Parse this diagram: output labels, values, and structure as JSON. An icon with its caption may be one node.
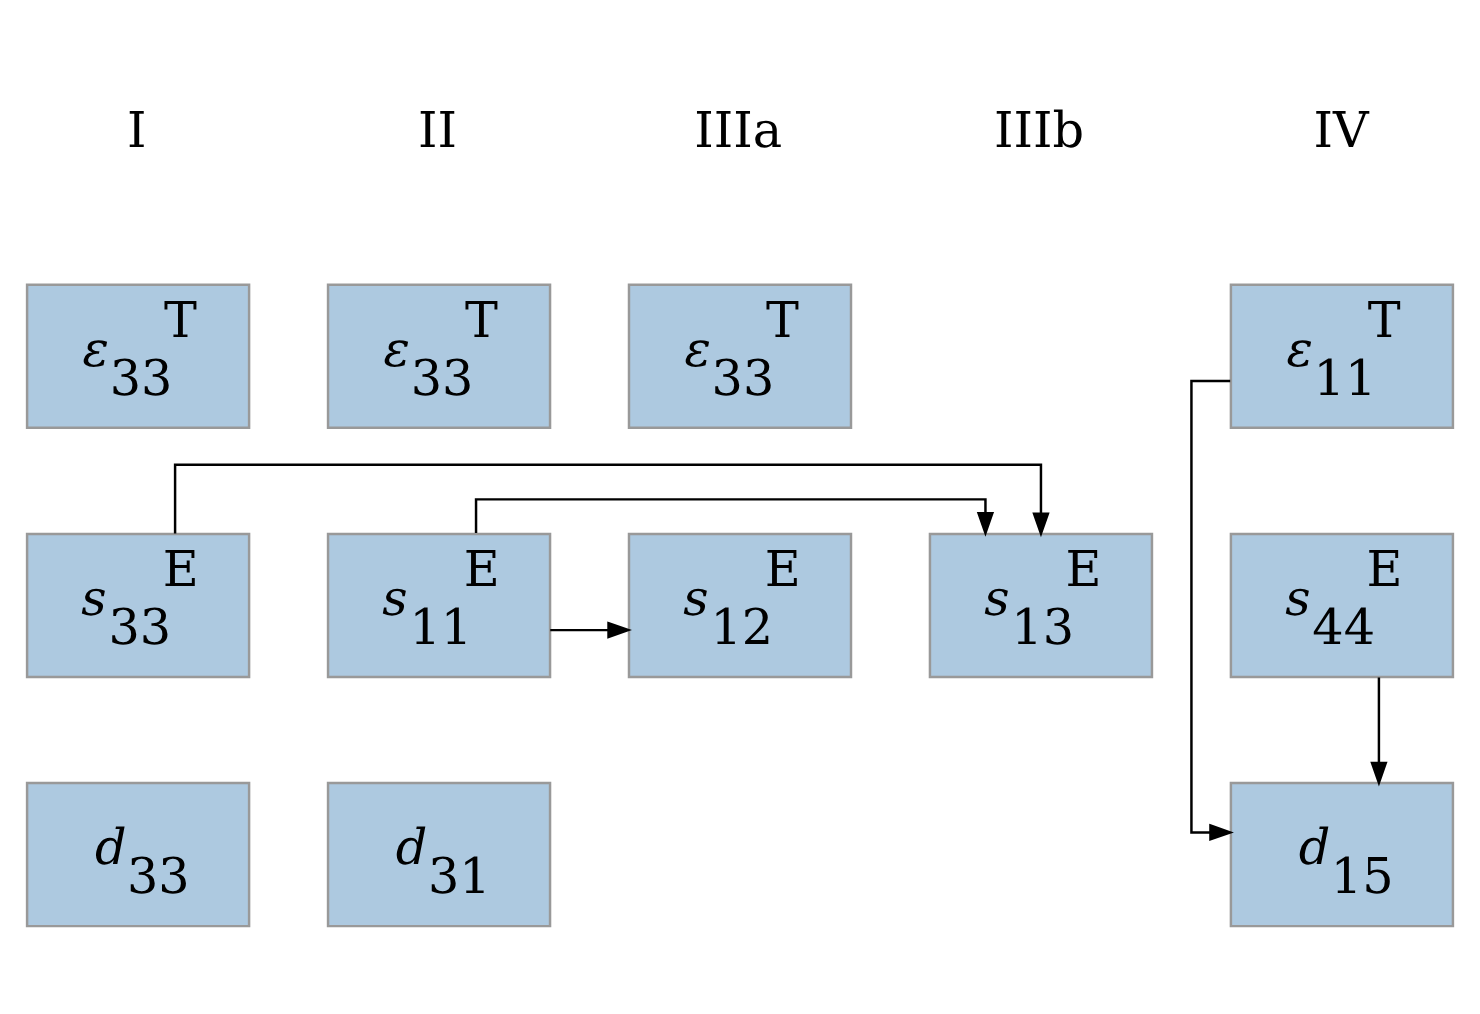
{
  "diagram": {
    "nodes": [
      {
        "text": [
          "*ε*$_{33}$$^{T}$"
        ]
      },
      {
        "text": [
          "*ε*$_{33}$$^{T}$"
        ]
      },
      {
        "text": [
          "*ε*$_{33}$$^{T}$"
        ]
      },
      {
        "text": [
          "*ε*$_{11}$$^{T}$"
        ]
      },
      {
        "text": [
          "*s*$_{33}$$^{E}$"
        ]
      },
      {
        "text": [
          "*s*$_{11}$$^{E}$"
        ]
      },
      {
        "text": [
          "*s*$_{12}$$^{E}$"
        ]
      },
      {
        "text": [
          "*s*$_{13}$$^{E}$"
        ]
      },
      {
        "text": [
          "*s*$_{44}$$^{E}$"
        ]
      },
      {
        "text": [
          "*d*$_{33}$"
        ]
      },
      {
        "text": [
          "*d*$_{31}$"
        ]
      },
      {
        "text": [
          "*d*$_{15}$"
        ]
      }
    ],
    "edges": [
      {
        "from": 4,
        "to": 7,
        "arrow": "to"
      },
      {
        "from": 5,
        "to": 6,
        "arrow": "to"
      },
      {
        "from": 5,
        "to": 7,
        "arrow": "to"
      },
      {
        "from": 3,
        "to": 11,
        "arrow": "to"
      },
      {
        "from": 8,
        "to": 11,
        "arrow": "to"
      }
    ],
    "labels": [
      "I",
      "II",
      "IIIa",
      "IIIb",
      "IV"
    ]
  }
}
